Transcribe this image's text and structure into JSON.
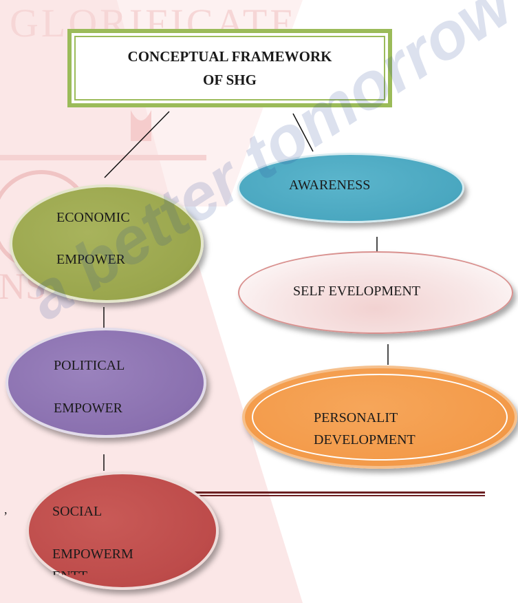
{
  "title": {
    "line1": "CONCEPTUAL FRAMEWORK",
    "line2": "OF SHG"
  },
  "nodes": {
    "economic": {
      "line1": "ECONOMIC",
      "line2": "EMPOWER"
    },
    "political": {
      "line1": "POLITICAL",
      "line2": "EMPOWER"
    },
    "social": {
      "line1": "SOCIAL",
      "line2": "EMPOWERM",
      "line3": "ENTT"
    },
    "awareness": {
      "line1": "AWARENESS"
    },
    "self_development": {
      "line1": "SELF EVELOPMENT"
    },
    "personality": {
      "line1": "PERSONALIT",
      "line2": "DEVELOPMENT"
    }
  },
  "watermark": {
    "top": "GLORIFICATE",
    "left": "NS",
    "diagonal": "a better tomorrow"
  },
  "footer_fragment": ", "
}
